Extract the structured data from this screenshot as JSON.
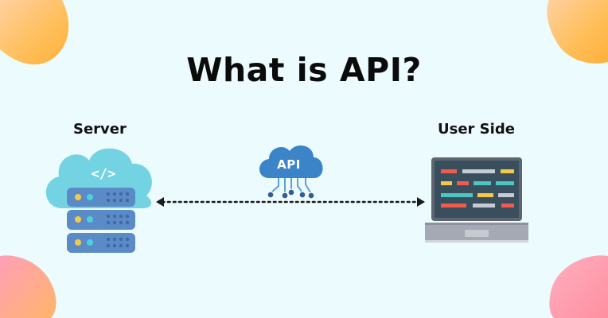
{
  "title": "What is API?",
  "server": {
    "label": "Server",
    "code_symbol": "</>"
  },
  "user": {
    "label": "User Side"
  },
  "api": {
    "label": "API"
  },
  "colors": {
    "background": "#ecfbfd",
    "cloud": "#73d3e2",
    "server_rack": "#5b8bc6",
    "server_rack_dark": "#3f6aa6",
    "api_cloud": "#3c84c8",
    "api_cloud_dark": "#2f5f9a",
    "laptop_frame": "#5e6470",
    "laptop_screen": "#3a4f5e",
    "laptop_base": "#a4a9b3",
    "accent_red": "#f15b4c",
    "accent_yellow": "#f5c84a",
    "accent_teal": "#4cc7bf",
    "accent_gray": "#c9cbd2",
    "blob_orange": "#ffc24a",
    "blob_pink": "#ff8fa6"
  }
}
